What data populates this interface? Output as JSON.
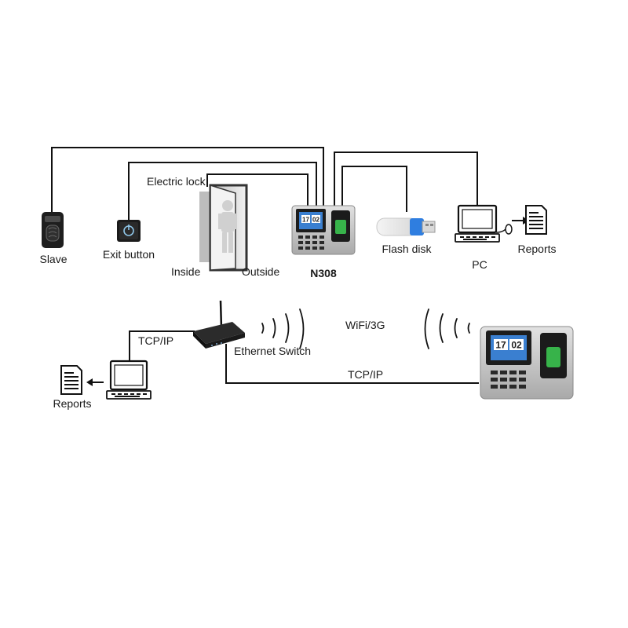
{
  "labels": {
    "slave": "Slave",
    "exit_button": "Exit button",
    "electric_lock": "Electric lock",
    "inside": "Inside",
    "outside": "Outside",
    "device_model": "N308",
    "flash_disk": "Flash disk",
    "pc": "PC",
    "reports_top": "Reports",
    "tcp_ip_left": "TCP/IP",
    "ethernet_switch": "Ethernet Switch",
    "wifi": "WiFi/3G",
    "tcp_ip_bottom": "TCP/IP",
    "reports_bottom": "Reports"
  },
  "device_screen": {
    "hour": "17",
    "minute": "02"
  },
  "colors": {
    "line": "#111111",
    "device_body": "#c9c9c9",
    "screen_blue": "#3a7fd0",
    "usb_blue": "#2f7ee0"
  }
}
